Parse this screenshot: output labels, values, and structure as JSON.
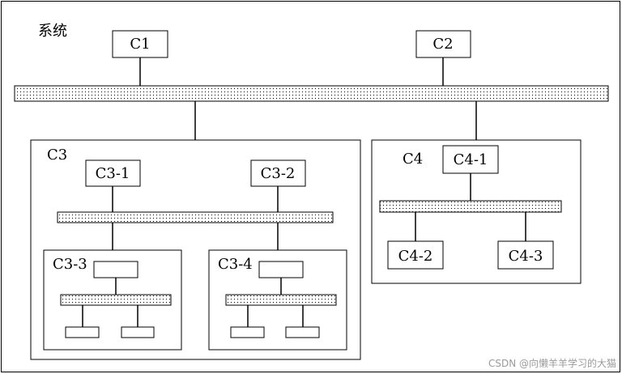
{
  "system_label": "系统",
  "nodes": {
    "c1": "C1",
    "c2": "C2",
    "c3": "C3",
    "c3_1": "C3-1",
    "c3_2": "C3-2",
    "c3_3": "C3-3",
    "c3_4": "C3-4",
    "c4": "C4",
    "c4_1": "C4-1",
    "c4_2": "C4-2",
    "c4_3": "C4-3"
  },
  "watermark": "CSDN @向懒羊羊学习的大猫"
}
